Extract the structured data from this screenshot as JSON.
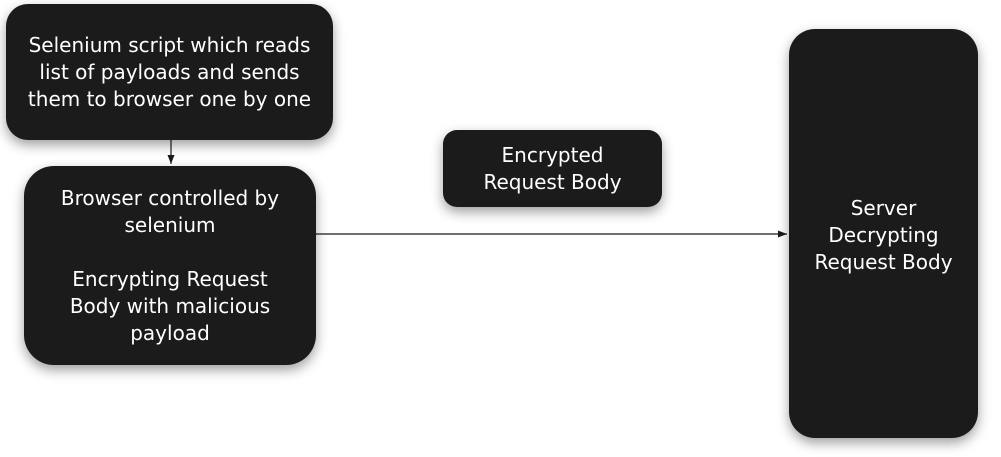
{
  "diagram": {
    "nodes": {
      "script": {
        "lines": [
          "Selenium script which reads",
          "list of payloads and sends",
          "them to browser one by one"
        ]
      },
      "browser": {
        "lines": [
          "Browser controlled by",
          "selenium",
          "",
          "Encrypting Request",
          "Body with malicious",
          "payload"
        ]
      },
      "edge_label": {
        "lines": [
          "Encrypted",
          "Request Body"
        ]
      },
      "server": {
        "lines": [
          "Server",
          "Decrypting",
          "Request Body"
        ]
      }
    },
    "edges": [
      {
        "from": "script",
        "to": "browser",
        "label": ""
      },
      {
        "from": "browser",
        "to": "server",
        "label": "edge_label"
      }
    ],
    "colors": {
      "node_fill": "#1b1b1b",
      "node_text": "#ffffff",
      "edge": "#1b1b1b"
    }
  }
}
